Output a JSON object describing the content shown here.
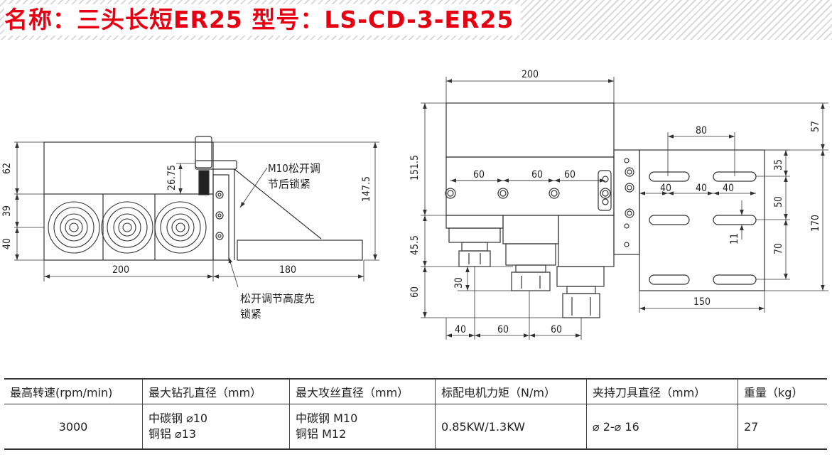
{
  "header": {
    "title": "名称：三头长短ER25  型号：LS-CD-3-ER25"
  },
  "drawing": {
    "left_view": {
      "dims": {
        "h62": "62",
        "h39": "39",
        "h40": "40",
        "w200": "200",
        "w180": "180",
        "h26_75": "26.75",
        "h147_5": "147.5"
      },
      "annotations": {
        "m10_line1": "M10松开调",
        "m10_line2": "节后锁紧",
        "height_line1": "松开调节高度先",
        "height_line2": "锁紧"
      }
    },
    "right_view": {
      "dims": {
        "w200": "200",
        "h151_5": "151.5",
        "h45_5": "45.5",
        "h60": "60",
        "h30": "30",
        "p60a": "60",
        "p60b": "60",
        "p60c": "60",
        "b40": "40",
        "b60a": "60",
        "b60b": "60",
        "h57": "57",
        "w80": "80",
        "s40a": "40",
        "s40b": "40",
        "s40c": "40",
        "v35": "35",
        "v50": "50",
        "v11": "11",
        "v70": "70",
        "h170": "170",
        "w150": "150"
      }
    }
  },
  "table": {
    "headers": [
      "最高转速(rpm/min)",
      "最大钻孔直径（mm）",
      "最大攻丝直径（mm）",
      "标配电机力矩（N/m）",
      "夹持刀具直径（mm）",
      "重量（kg）"
    ],
    "row": {
      "speed": "3000",
      "drill_1": "中碳钢 ⌀10",
      "drill_2": "铜铝 ⌀13",
      "tap_1": "中碳钢 M10",
      "tap_2": "铜铝 M12",
      "torque": "0.85KW/1.3KW",
      "clamp": "⌀ 2-⌀ 16",
      "weight": "27"
    }
  }
}
